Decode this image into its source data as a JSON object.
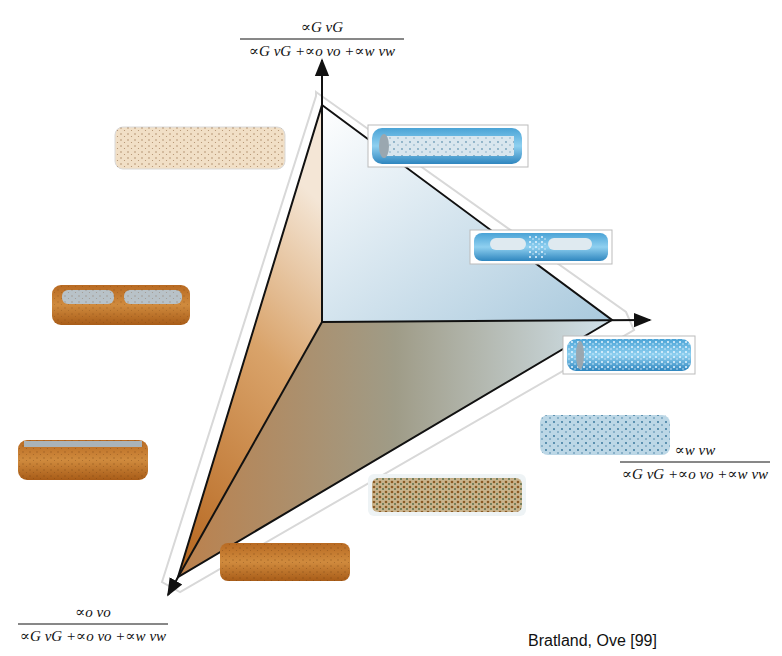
{
  "diagram": {
    "labels": [
      "∝G vG",
      "∝G vG +∝o vo +∝w vw",
      "∝w vw",
      "∝G vG +∝o vo +∝w vw",
      "∝o vo",
      "∝G vG +∝o vo +∝w vw",
      "Bratland, Ove [99]"
    ]
  }
}
